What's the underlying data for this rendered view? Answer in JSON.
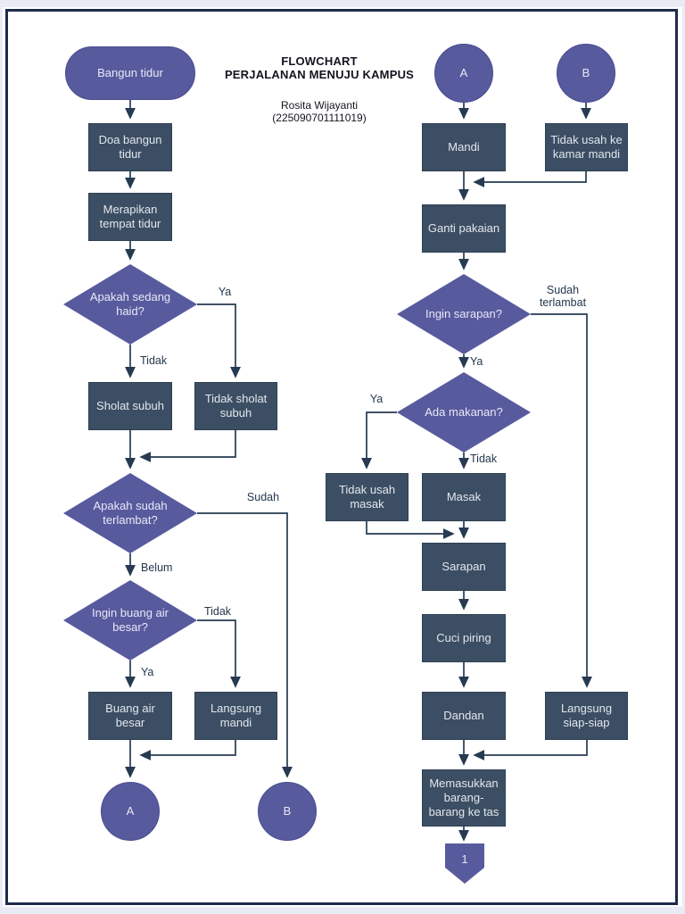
{
  "document": {
    "title_line1": "FLOWCHART",
    "title_line2": "PERJALANAN MENUJU KAMPUS",
    "author": "Rosita Wijayanti",
    "student_id": "(225090701111019)"
  },
  "colors": {
    "purple": "#585a9e",
    "slate": "#3c4e63",
    "line": "#263a52",
    "frame": "#1d2b4c",
    "outer_background": "#e9ebf5"
  },
  "nodes": {
    "bangun_tidur": "Bangun tidur",
    "doa_bangun_tidur": "Doa bangun tidur",
    "merapikan_tempat_tidur": "Merapikan tempat tidur",
    "apakah_sedang_haid": "Apakah sedang haid?",
    "sholat_subuh": "Sholat subuh",
    "tidak_sholat_subuh": "Tidak sholat subuh",
    "apakah_sudah_terlambat": "Apakah sudah terlambat?",
    "ingin_buang_air_besar": "Ingin buang air besar?",
    "buang_air_besar": "Buang air besar",
    "langsung_mandi": "Langsung mandi",
    "connector_a": "A",
    "connector_b": "B",
    "mandi": "Mandi",
    "tidak_usah_ke_kamar_mandi": "Tidak usah ke kamar mandi",
    "ganti_pakaian": "Ganti pakaian",
    "ingin_sarapan": "Ingin sarapan?",
    "ada_makanan": "Ada makanan?",
    "tidak_usah_masak": "Tidak usah masak",
    "masak": "Masak",
    "sarapan": "Sarapan",
    "cuci_piring": "Cuci piring",
    "dandan": "Dandan",
    "langsung_siap_siap": "Langsung siap-siap",
    "memasukkan_barang": "Memasukkan barang-barang ke tas",
    "offpage_connector_1": "1"
  },
  "edge_labels": {
    "ya": "Ya",
    "tidak": "Tidak",
    "sudah": "Sudah",
    "belum": "Belum",
    "sudah_terlambat": "Sudah terlambat"
  }
}
